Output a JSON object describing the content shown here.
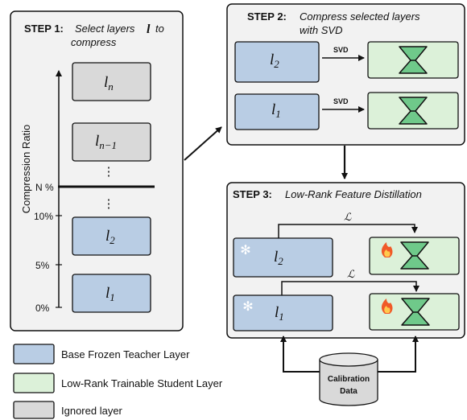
{
  "step1": {
    "label": "STEP 1:",
    "title_a": "Select layers",
    "title_l": "l",
    "title_b": "to",
    "title_c": "compress",
    "axis_label": "Compression Ratio",
    "ticks": [
      "0%",
      "5%",
      "10%",
      "N %"
    ],
    "layers": [
      {
        "base": "l",
        "sub": "n"
      },
      {
        "base": "l",
        "sub": "n−1"
      },
      {
        "base": "l",
        "sub": "2"
      },
      {
        "base": "l",
        "sub": "1"
      }
    ],
    "ellipsis": "⋮"
  },
  "step2": {
    "label": "STEP 2:",
    "title_a": "Compress selected layers",
    "title_b": "with SVD",
    "arrow_label": "SVD",
    "layers": [
      {
        "base": "l",
        "sub": "2"
      },
      {
        "base": "l",
        "sub": "1"
      }
    ]
  },
  "step3": {
    "label": "STEP 3:",
    "title": "Low-Rank Feature Distillation",
    "loss_symbol": "ℒ",
    "frozen_icon": "snowflake-icon",
    "trainable_icon": "fire-icon",
    "layers": [
      {
        "base": "l",
        "sub": "2"
      },
      {
        "base": "l",
        "sub": "1"
      }
    ],
    "calibration_line1": "Calibration",
    "calibration_line2": "Data"
  },
  "legend": [
    {
      "label": "Base Frozen Teacher Layer",
      "color": "#b9cde4"
    },
    {
      "label": "Low-Rank Trainable Student Layer",
      "color": "#dcf1d9"
    },
    {
      "label": "Ignored layer",
      "color": "#d9d9d9"
    }
  ],
  "colors": {
    "teacher": "#b9cde4",
    "student": "#dcf1d9",
    "ignored": "#d9d9d9",
    "panel_bg": "#f2f2f2",
    "hourglass": "#6fc98a"
  }
}
